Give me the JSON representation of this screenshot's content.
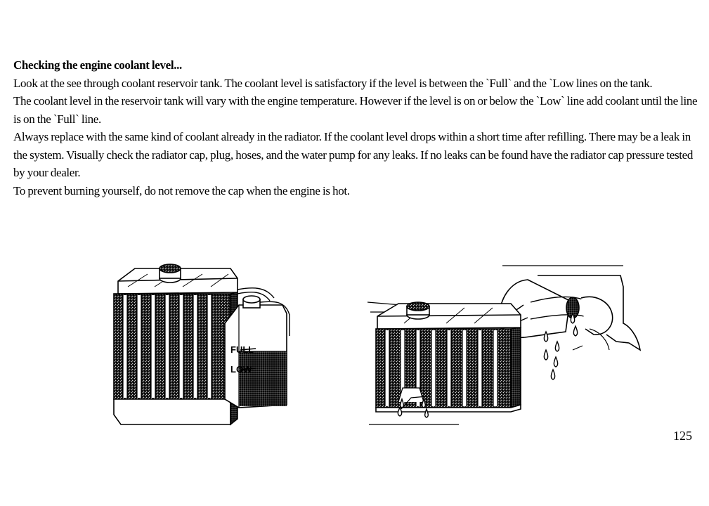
{
  "heading": "Checking the engine coolant level...",
  "paragraphs": [
    "Look at the see through coolant reservoir tank. The coolant level is satisfactory if the level is between the `Full` and the `Low lines on the tank.",
    "The coolant level in the reservoir tank will vary with the engine temperature. However if the level is on or below the `Low` line add coolant until the line is on the `Full` line.",
    "Always replace with the same kind of coolant already in the radiator. If the coolant level drops within a short time after refilling. There may be a leak in the system. Visually check the radiator cap, plug, hoses, and the water pump for any leaks. If no leaks can be found have the radiator cap pressure tested by your dealer.",
    "To prevent burning yourself, do not remove the cap when the engine is hot."
  ],
  "figures": {
    "reservoir": {
      "full_label": "FULL",
      "low_label": "LOW"
    }
  },
  "page_number": "125"
}
